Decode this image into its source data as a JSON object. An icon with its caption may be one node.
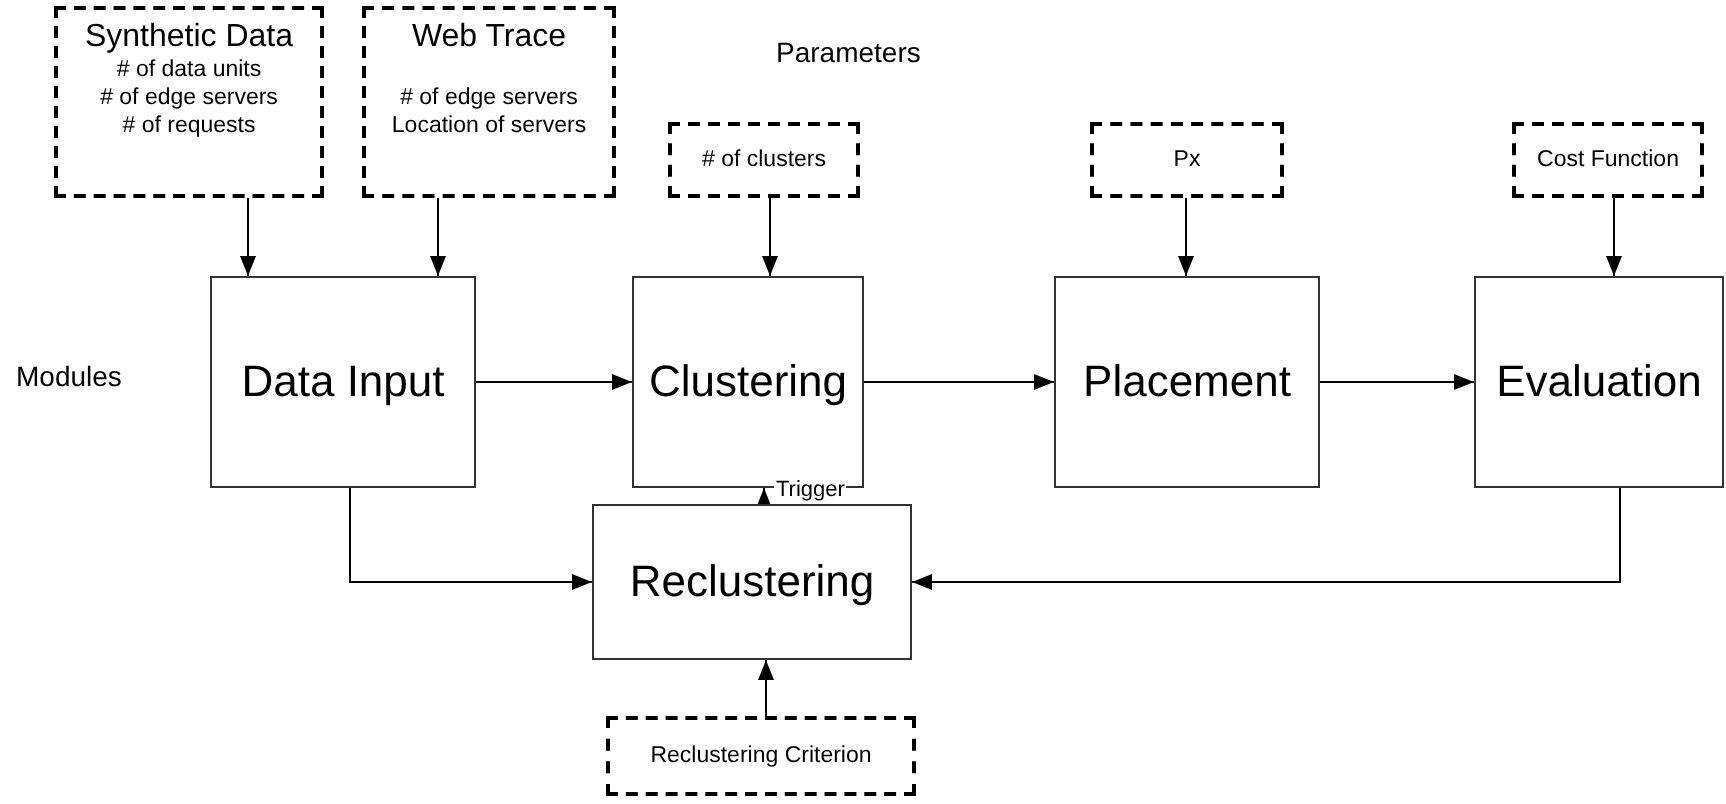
{
  "diagram": {
    "nodes": [
      {
        "text": [
          "Synthetic Data",
          "# of data units",
          "# of edge servers",
          "# of requests"
        ]
      },
      {
        "text": [
          "Web Trace",
          "# of edge servers",
          "Location of servers"
        ]
      },
      {
        "text": [
          "# of clusters"
        ]
      },
      {
        "text": [
          "Px"
        ]
      },
      {
        "text": [
          "Cost Function"
        ]
      },
      {
        "text": [
          "Data Input"
        ]
      },
      {
        "text": [
          "Clustering"
        ]
      },
      {
        "text": [
          "Placement"
        ]
      },
      {
        "text": [
          "Evaluation"
        ]
      },
      {
        "text": [
          "Reclustering"
        ]
      },
      {
        "text": [
          "Reclustering Criterion"
        ]
      }
    ],
    "edges": [
      {
        "from": 0,
        "to": 5,
        "arrow": "to"
      },
      {
        "from": 1,
        "to": 5,
        "arrow": "to"
      },
      {
        "from": 2,
        "to": 6,
        "arrow": "to"
      },
      {
        "from": 3,
        "to": 7,
        "arrow": "to"
      },
      {
        "from": 4,
        "to": 8,
        "arrow": "to"
      },
      {
        "from": 5,
        "to": 6,
        "arrow": "to"
      },
      {
        "from": 6,
        "to": 7,
        "arrow": "to"
      },
      {
        "from": 7,
        "to": 8,
        "arrow": "to"
      },
      {
        "from": 9,
        "to": 6,
        "label": "Trigger",
        "arrow": "to"
      },
      {
        "from": 5,
        "to": 9,
        "arrow": "to"
      },
      {
        "from": 8,
        "to": 9,
        "arrow": "to"
      },
      {
        "from": 10,
        "to": 9,
        "arrow": "to"
      }
    ],
    "labels": [
      "Parameters",
      "Modules"
    ]
  }
}
